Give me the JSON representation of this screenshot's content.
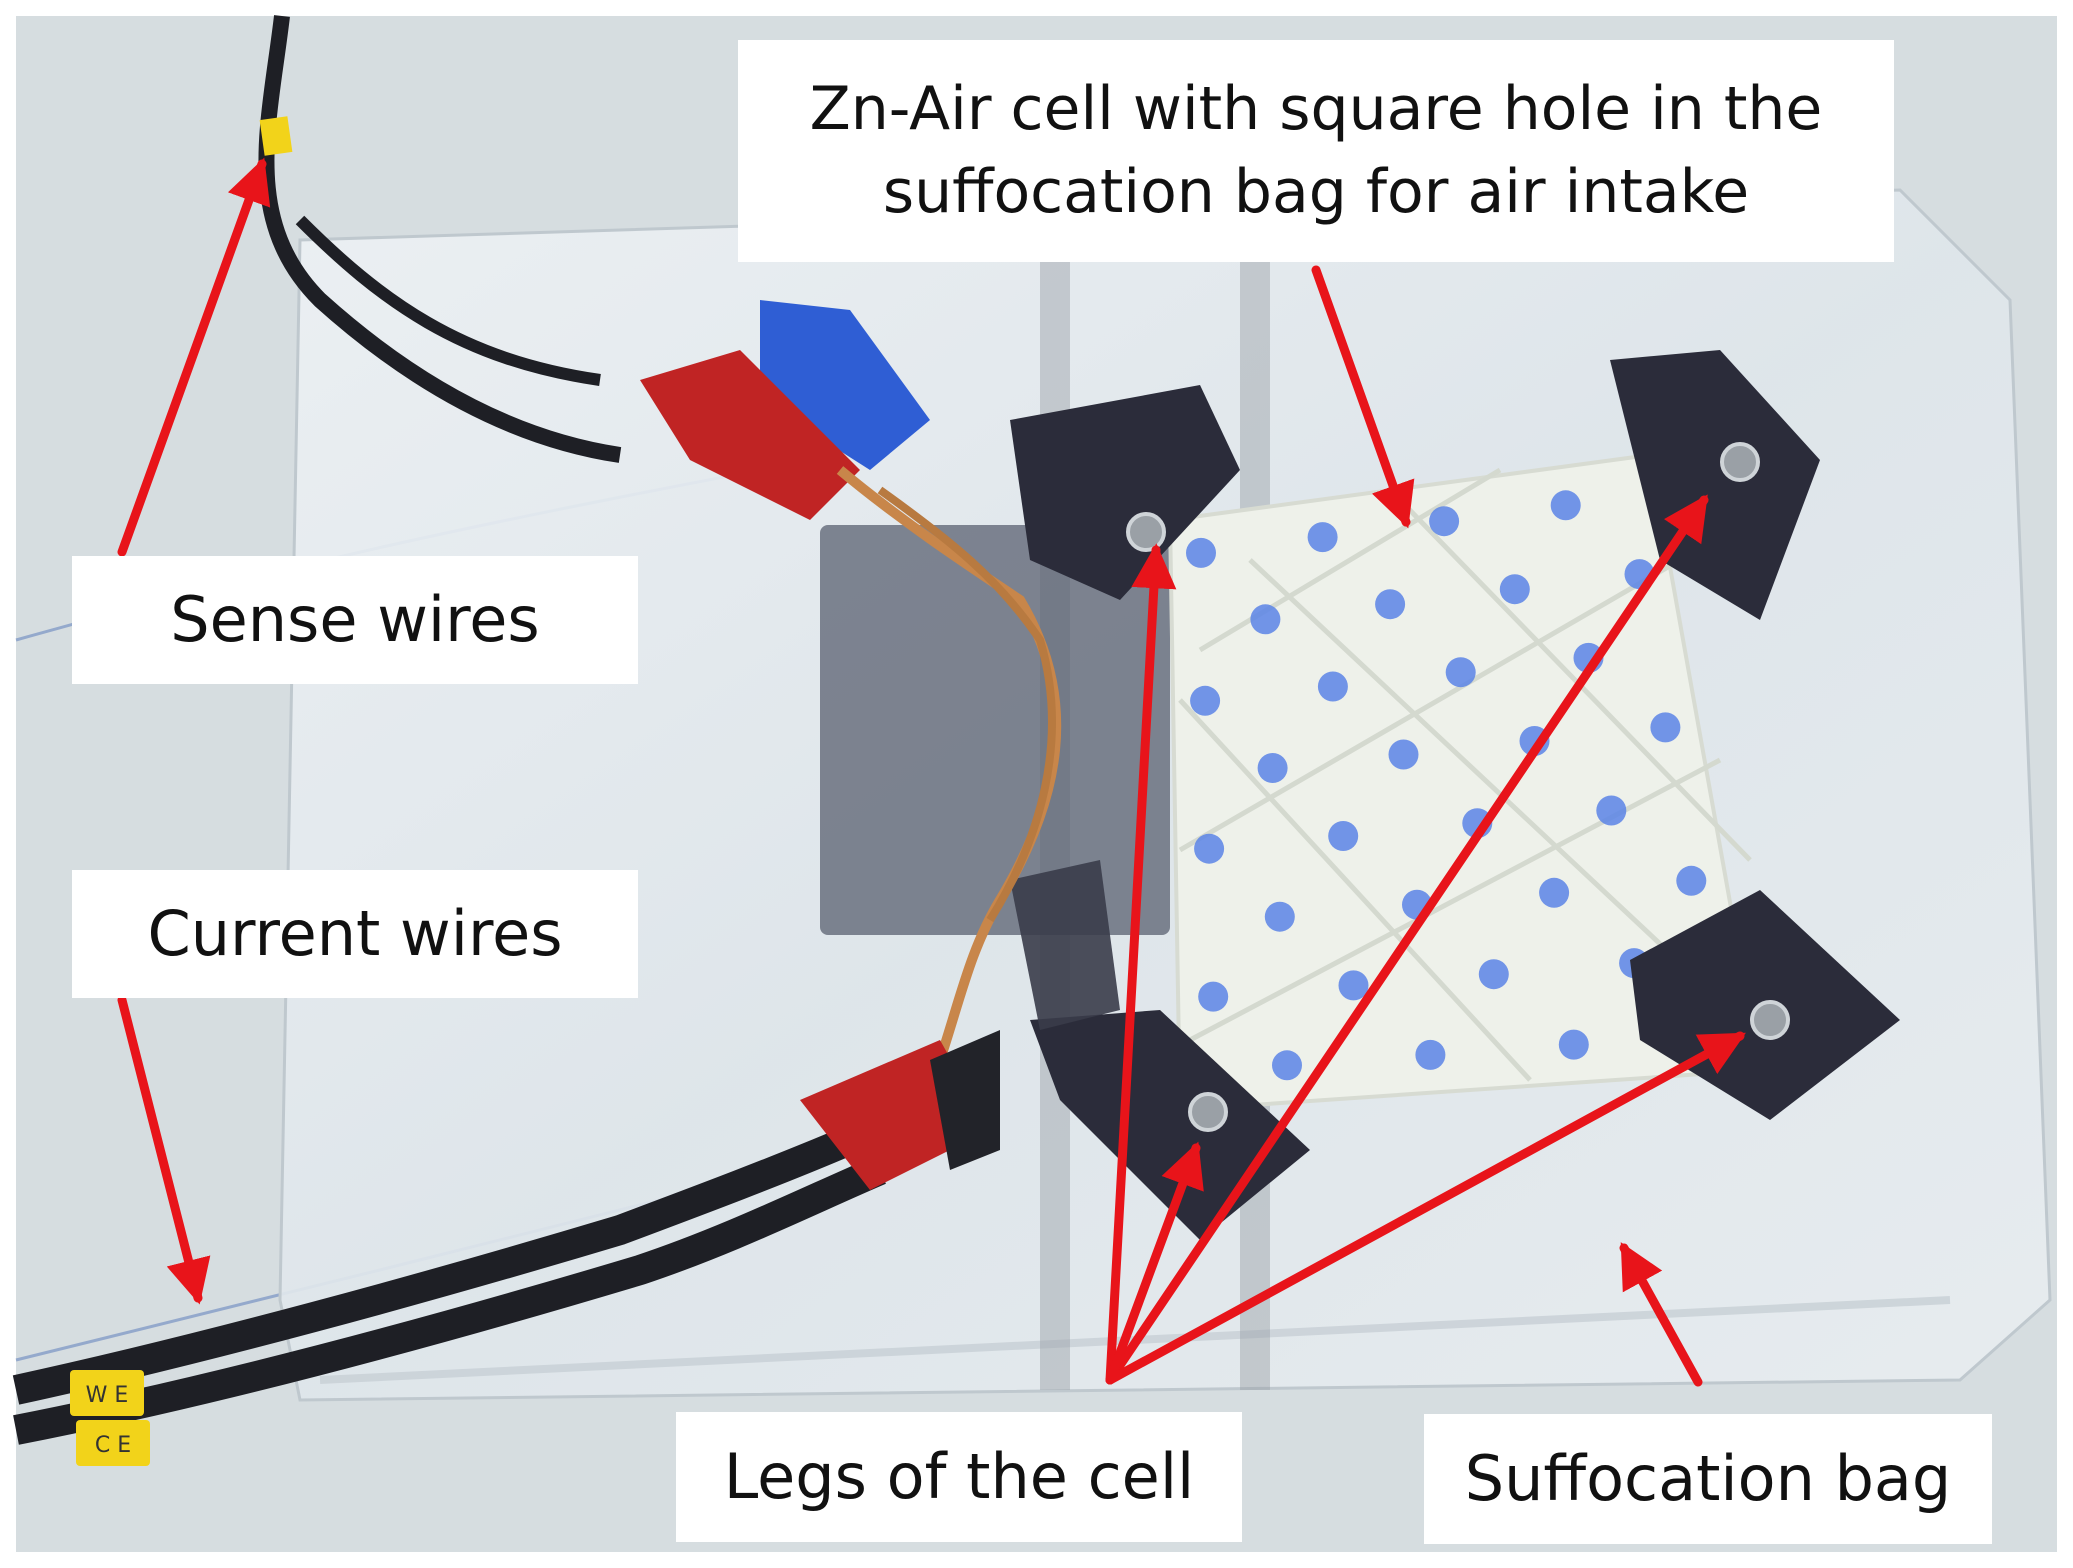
{
  "labels": {
    "zn_air_cell_line1": "Zn-Air cell with square hole in the",
    "zn_air_cell_line2": "suffocation bag for air intake",
    "sense_wires": "Sense wires",
    "current_wires": "Current wires",
    "legs_of_cell": "Legs of the cell",
    "suffocation_bag": "Suffocation bag"
  },
  "cable_tags": {
    "top": "W E",
    "bottom": "C E"
  },
  "colors": {
    "arrow": "#e8141a",
    "desk": "#d6dde0",
    "bag": "#e4eaee",
    "cell_body": "#eef1ea",
    "cell_dots": "#5b84e6",
    "tape": "#2b2c3a",
    "plug_blue": "#2f5ed4",
    "plug_red": "#c02424",
    "cable": "#1e1f25",
    "tag_yellow": "#f2d31a"
  }
}
